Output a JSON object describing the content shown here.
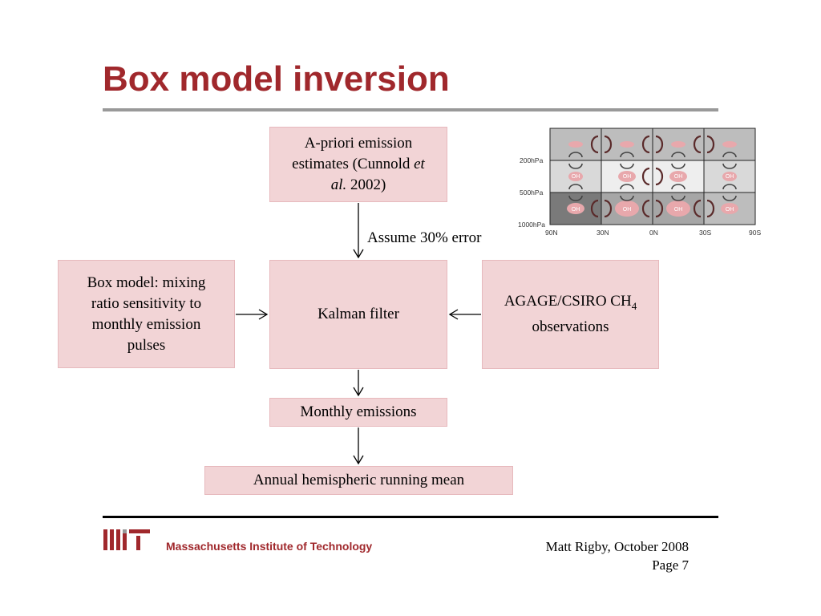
{
  "slide": {
    "title": "Box model inversion",
    "accent_color": "#a0282c",
    "box_fill": "#f2d4d6"
  },
  "diagram": {
    "apriori": {
      "line1": "A-priori emission",
      "line2": "estimates (Cunnold ",
      "italic1": "et",
      "italic2": "al.",
      "line3_rest": " 2002)"
    },
    "box_model": {
      "lines": [
        "Box model: mixing",
        "ratio sensitivity to",
        "monthly emission",
        "pulses"
      ]
    },
    "kalman": {
      "label": "Kalman filter"
    },
    "agage": {
      "line1": "AGAGE/CSIRO CH",
      "sub": "4",
      "line2": "observations"
    },
    "monthly": {
      "label": "Monthly emissions"
    },
    "annual": {
      "label": "Annual hemispheric running mean"
    },
    "error_note": "Assume 30% error"
  },
  "map": {
    "y_labels": [
      "200hPa",
      "500hPa",
      "1000hPa"
    ],
    "x_labels": [
      "90N",
      "30N",
      "0N",
      "30S",
      "90S"
    ],
    "oh_label": "OH"
  },
  "footer": {
    "institution": "Massachusetts Institute of Technology",
    "author": "Matt Rigby, October 2008",
    "page": "Page 7"
  }
}
